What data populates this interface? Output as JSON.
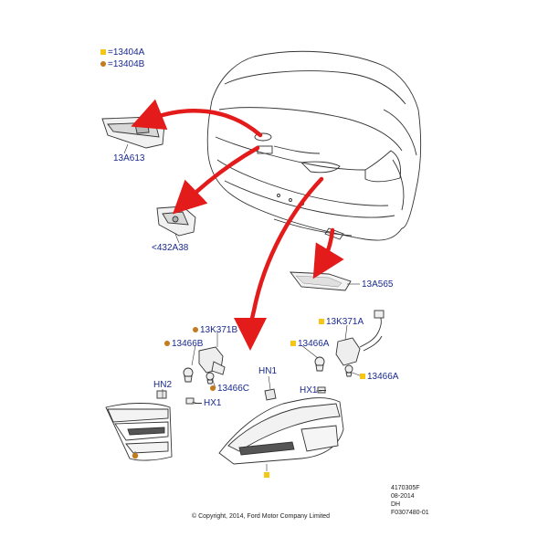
{
  "legend": {
    "items": [
      {
        "marker": "square",
        "label": "=13404A"
      },
      {
        "marker": "dot",
        "label": "=13404B"
      }
    ]
  },
  "callouts": {
    "c_13a613": "13A613",
    "c_432a38": "<432A38",
    "c_13a565": "13A565",
    "c_13k371b": "13K371B",
    "c_13466b": "13466B",
    "c_13466c": "13466C",
    "c_hn2": "HN2",
    "c_hx1_left": "HX1",
    "c_hn1": "HN1",
    "c_13k371a": "13K371A",
    "c_13466a_top": "13466A",
    "c_13466a_right": "13466A",
    "c_hx1_right": "HX1"
  },
  "reference": {
    "line1": "4170305F",
    "line2": "08-2014",
    "line3": "DH",
    "line4": "F0307480-01"
  },
  "copyright": "© Copyright, 2014, Ford Motor Company Limited",
  "colors": {
    "arrow": "#e31b1b",
    "callout_text": "#1a2a8f",
    "square_marker": "#f5c518",
    "dot_marker": "#c47a1e",
    "line_art": "#333333"
  }
}
